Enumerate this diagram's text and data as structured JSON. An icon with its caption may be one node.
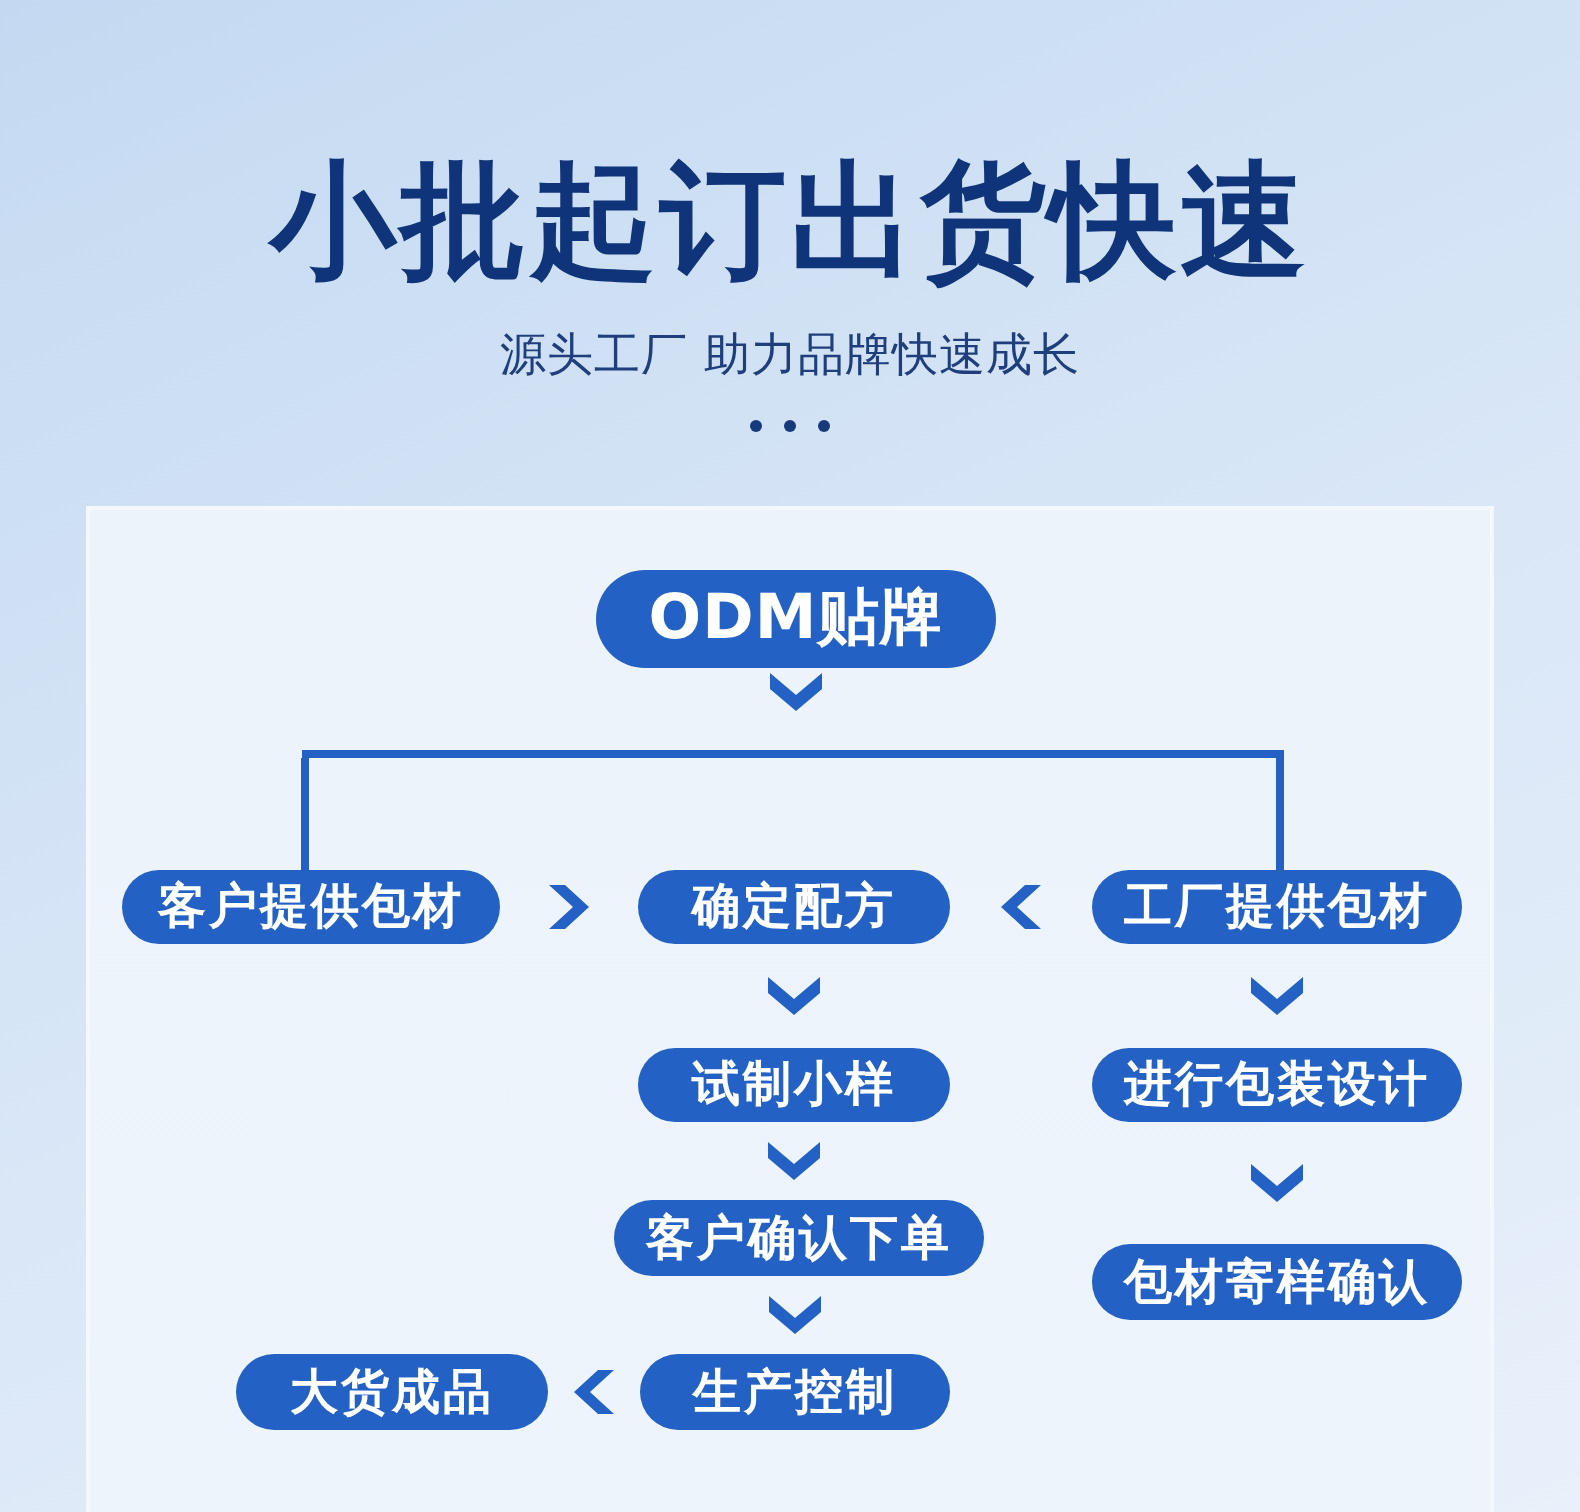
{
  "diagram": {
    "title": "小批起订出货快速",
    "nodes": [
      {
        "text": [
          "ODM贴牌"
        ]
      },
      {
        "text": [],
        "shape": "bar"
      },
      {
        "text": [
          "客户提供包材"
        ]
      },
      {
        "text": [
          "确定配方"
        ]
      },
      {
        "text": [
          "工厂提供包材"
        ]
      },
      {
        "text": [
          "试制小样"
        ]
      },
      {
        "text": [
          "进行包装设计"
        ]
      },
      {
        "text": [
          "客户确认下单"
        ]
      },
      {
        "text": [
          "包材寄样确认"
        ]
      },
      {
        "text": [
          "大货成品"
        ]
      },
      {
        "text": [
          "生产控制"
        ]
      }
    ],
    "edges": [
      {
        "from": 0,
        "to": 1,
        "arrow": "to"
      },
      {
        "from": 1,
        "to": 2,
        "arrow": "none"
      },
      {
        "from": 1,
        "to": 4,
        "arrow": "none"
      },
      {
        "from": 2,
        "to": 3,
        "arrow": "to"
      },
      {
        "from": 4,
        "to": 3,
        "arrow": "to"
      },
      {
        "from": 3,
        "to": 5,
        "arrow": "to"
      },
      {
        "from": 4,
        "to": 6,
        "arrow": "to"
      },
      {
        "from": 5,
        "to": 7,
        "arrow": "to"
      },
      {
        "from": 6,
        "to": 8,
        "arrow": "to"
      },
      {
        "from": 7,
        "to": 10,
        "arrow": "to"
      },
      {
        "from": 10,
        "to": 9,
        "arrow": "to"
      }
    ],
    "labels": [
      "源头工厂 助力品牌快速成长"
    ]
  }
}
